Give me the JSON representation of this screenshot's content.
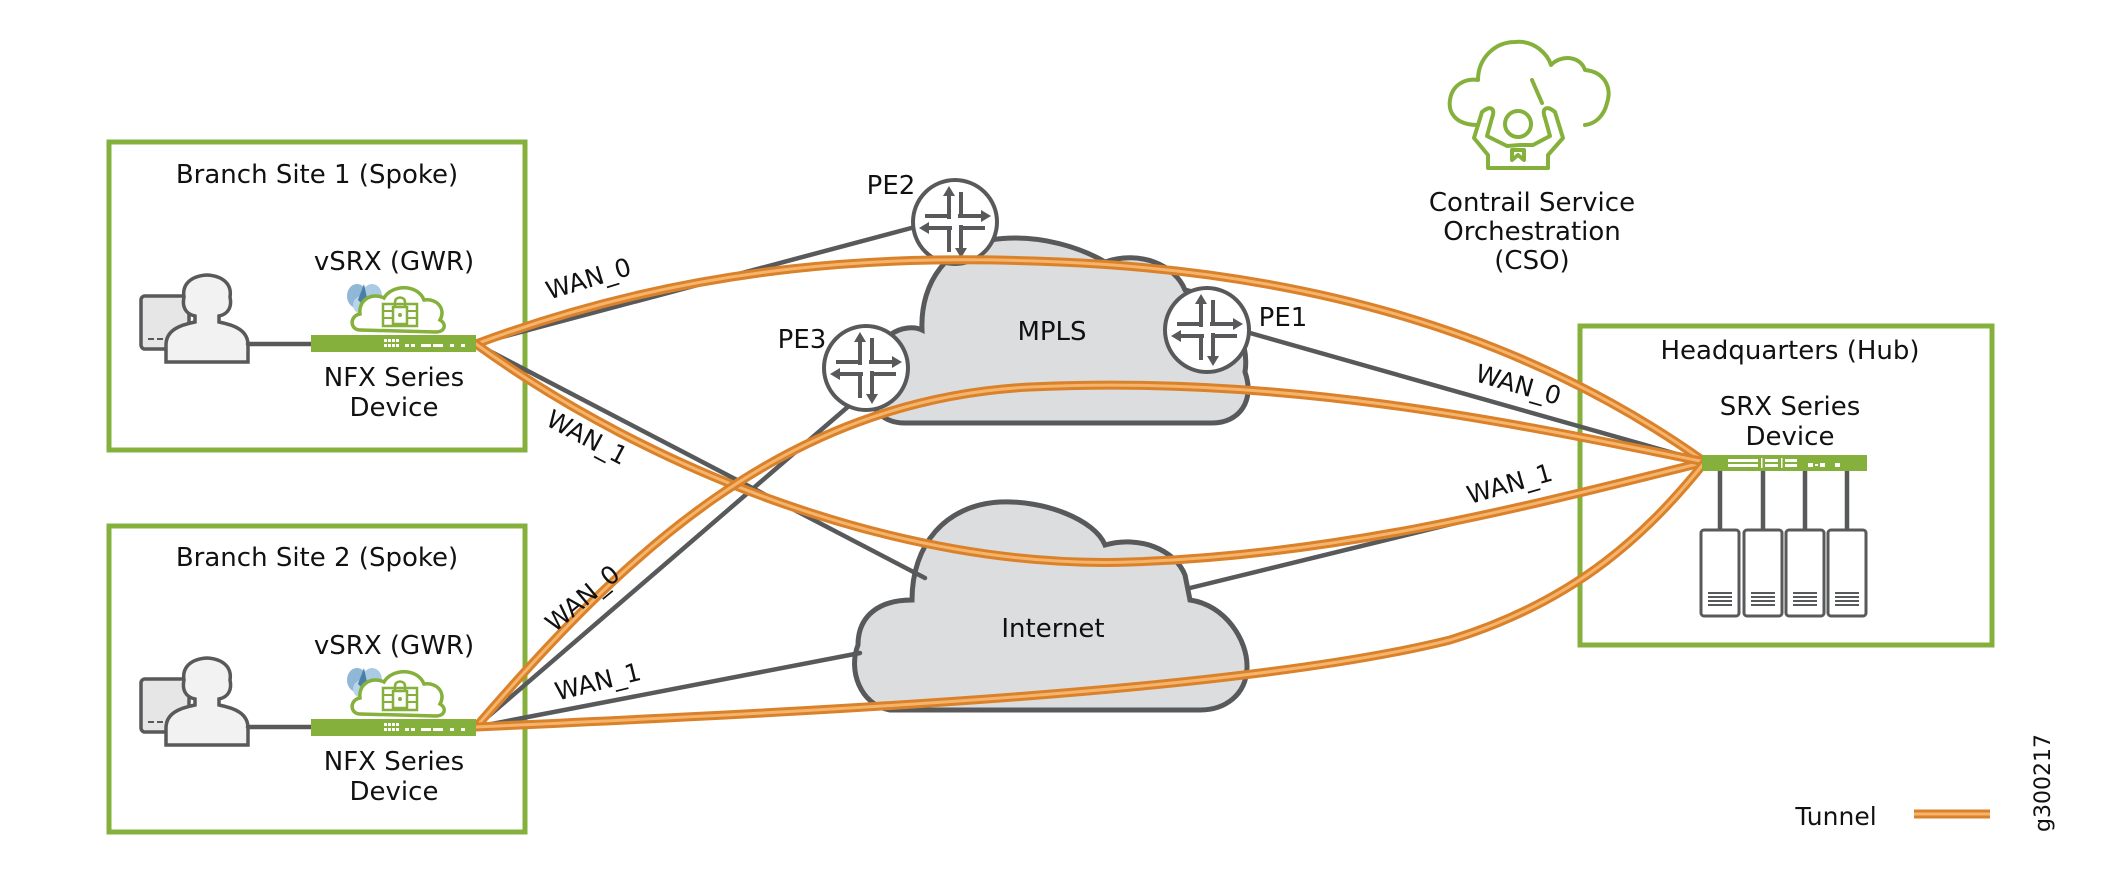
{
  "figure_id": "g300217",
  "colors": {
    "site_border": "#86b03c",
    "device": "#86b03c",
    "tunnel": "#e8963a",
    "link": "#58595b",
    "cloud_fill": "#dcdddf"
  },
  "cso": {
    "icon": "cloud-orchestration-icon",
    "lines": [
      "Contrail Service",
      "Orchestration",
      "(CSO)"
    ]
  },
  "sites": {
    "branch1": {
      "title": "Branch Site 1 (Spoke)",
      "vsrx_label": "vSRX (GWR)",
      "device_lines": [
        "NFX Series",
        "Device"
      ],
      "wan0": "WAN_0",
      "wan1": "WAN_1"
    },
    "branch2": {
      "title": "Branch Site 2 (Spoke)",
      "vsrx_label": "vSRX (GWR)",
      "device_lines": [
        "NFX Series",
        "Device"
      ],
      "wan0": "WAN_0",
      "wan1": "WAN_1"
    },
    "hq": {
      "title": "Headquarters (Hub)",
      "device_lines": [
        "SRX Series",
        "Device"
      ],
      "wan0": "WAN_0",
      "wan1": "WAN_1",
      "server_count": 4
    }
  },
  "networks": {
    "mpls": "MPLS",
    "internet": "Internet"
  },
  "routers": {
    "pe1": "PE1",
    "pe2": "PE2",
    "pe3": "PE3"
  },
  "legend": {
    "tunnel_label": "Tunnel"
  }
}
